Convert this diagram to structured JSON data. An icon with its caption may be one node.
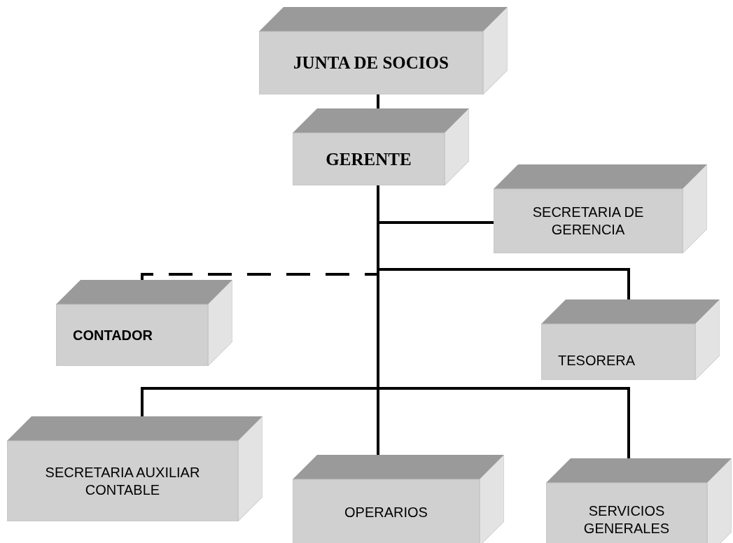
{
  "diagram": {
    "nodes": [
      {
        "text": [
          "JUNTA DE SOCIOS"
        ]
      },
      {
        "text": [
          "GERENTE"
        ]
      },
      {
        "text": [
          "SECRETARIA DE GERENCIA"
        ]
      },
      {
        "text": [
          "CONTADOR"
        ]
      },
      {
        "text": [
          "TESORERA"
        ]
      },
      {
        "text": [
          "SECRETARIA AUXILIAR CONTABLE"
        ]
      },
      {
        "text": [
          "OPERARIOS"
        ]
      },
      {
        "text": [
          "SERVICIOS GENERALES"
        ]
      }
    ],
    "edges": [
      {
        "from": 0,
        "to": 1,
        "arrow": "none"
      },
      {
        "from": 1,
        "to": 2,
        "arrow": "none"
      },
      {
        "from": 1,
        "to": 3,
        "arrow": "none",
        "style": "dashed"
      },
      {
        "from": 1,
        "to": 4,
        "arrow": "none"
      },
      {
        "from": 1,
        "to": 5,
        "arrow": "none"
      },
      {
        "from": 1,
        "to": 6,
        "arrow": "none"
      },
      {
        "from": 1,
        "to": 7,
        "arrow": "none"
      }
    ]
  }
}
